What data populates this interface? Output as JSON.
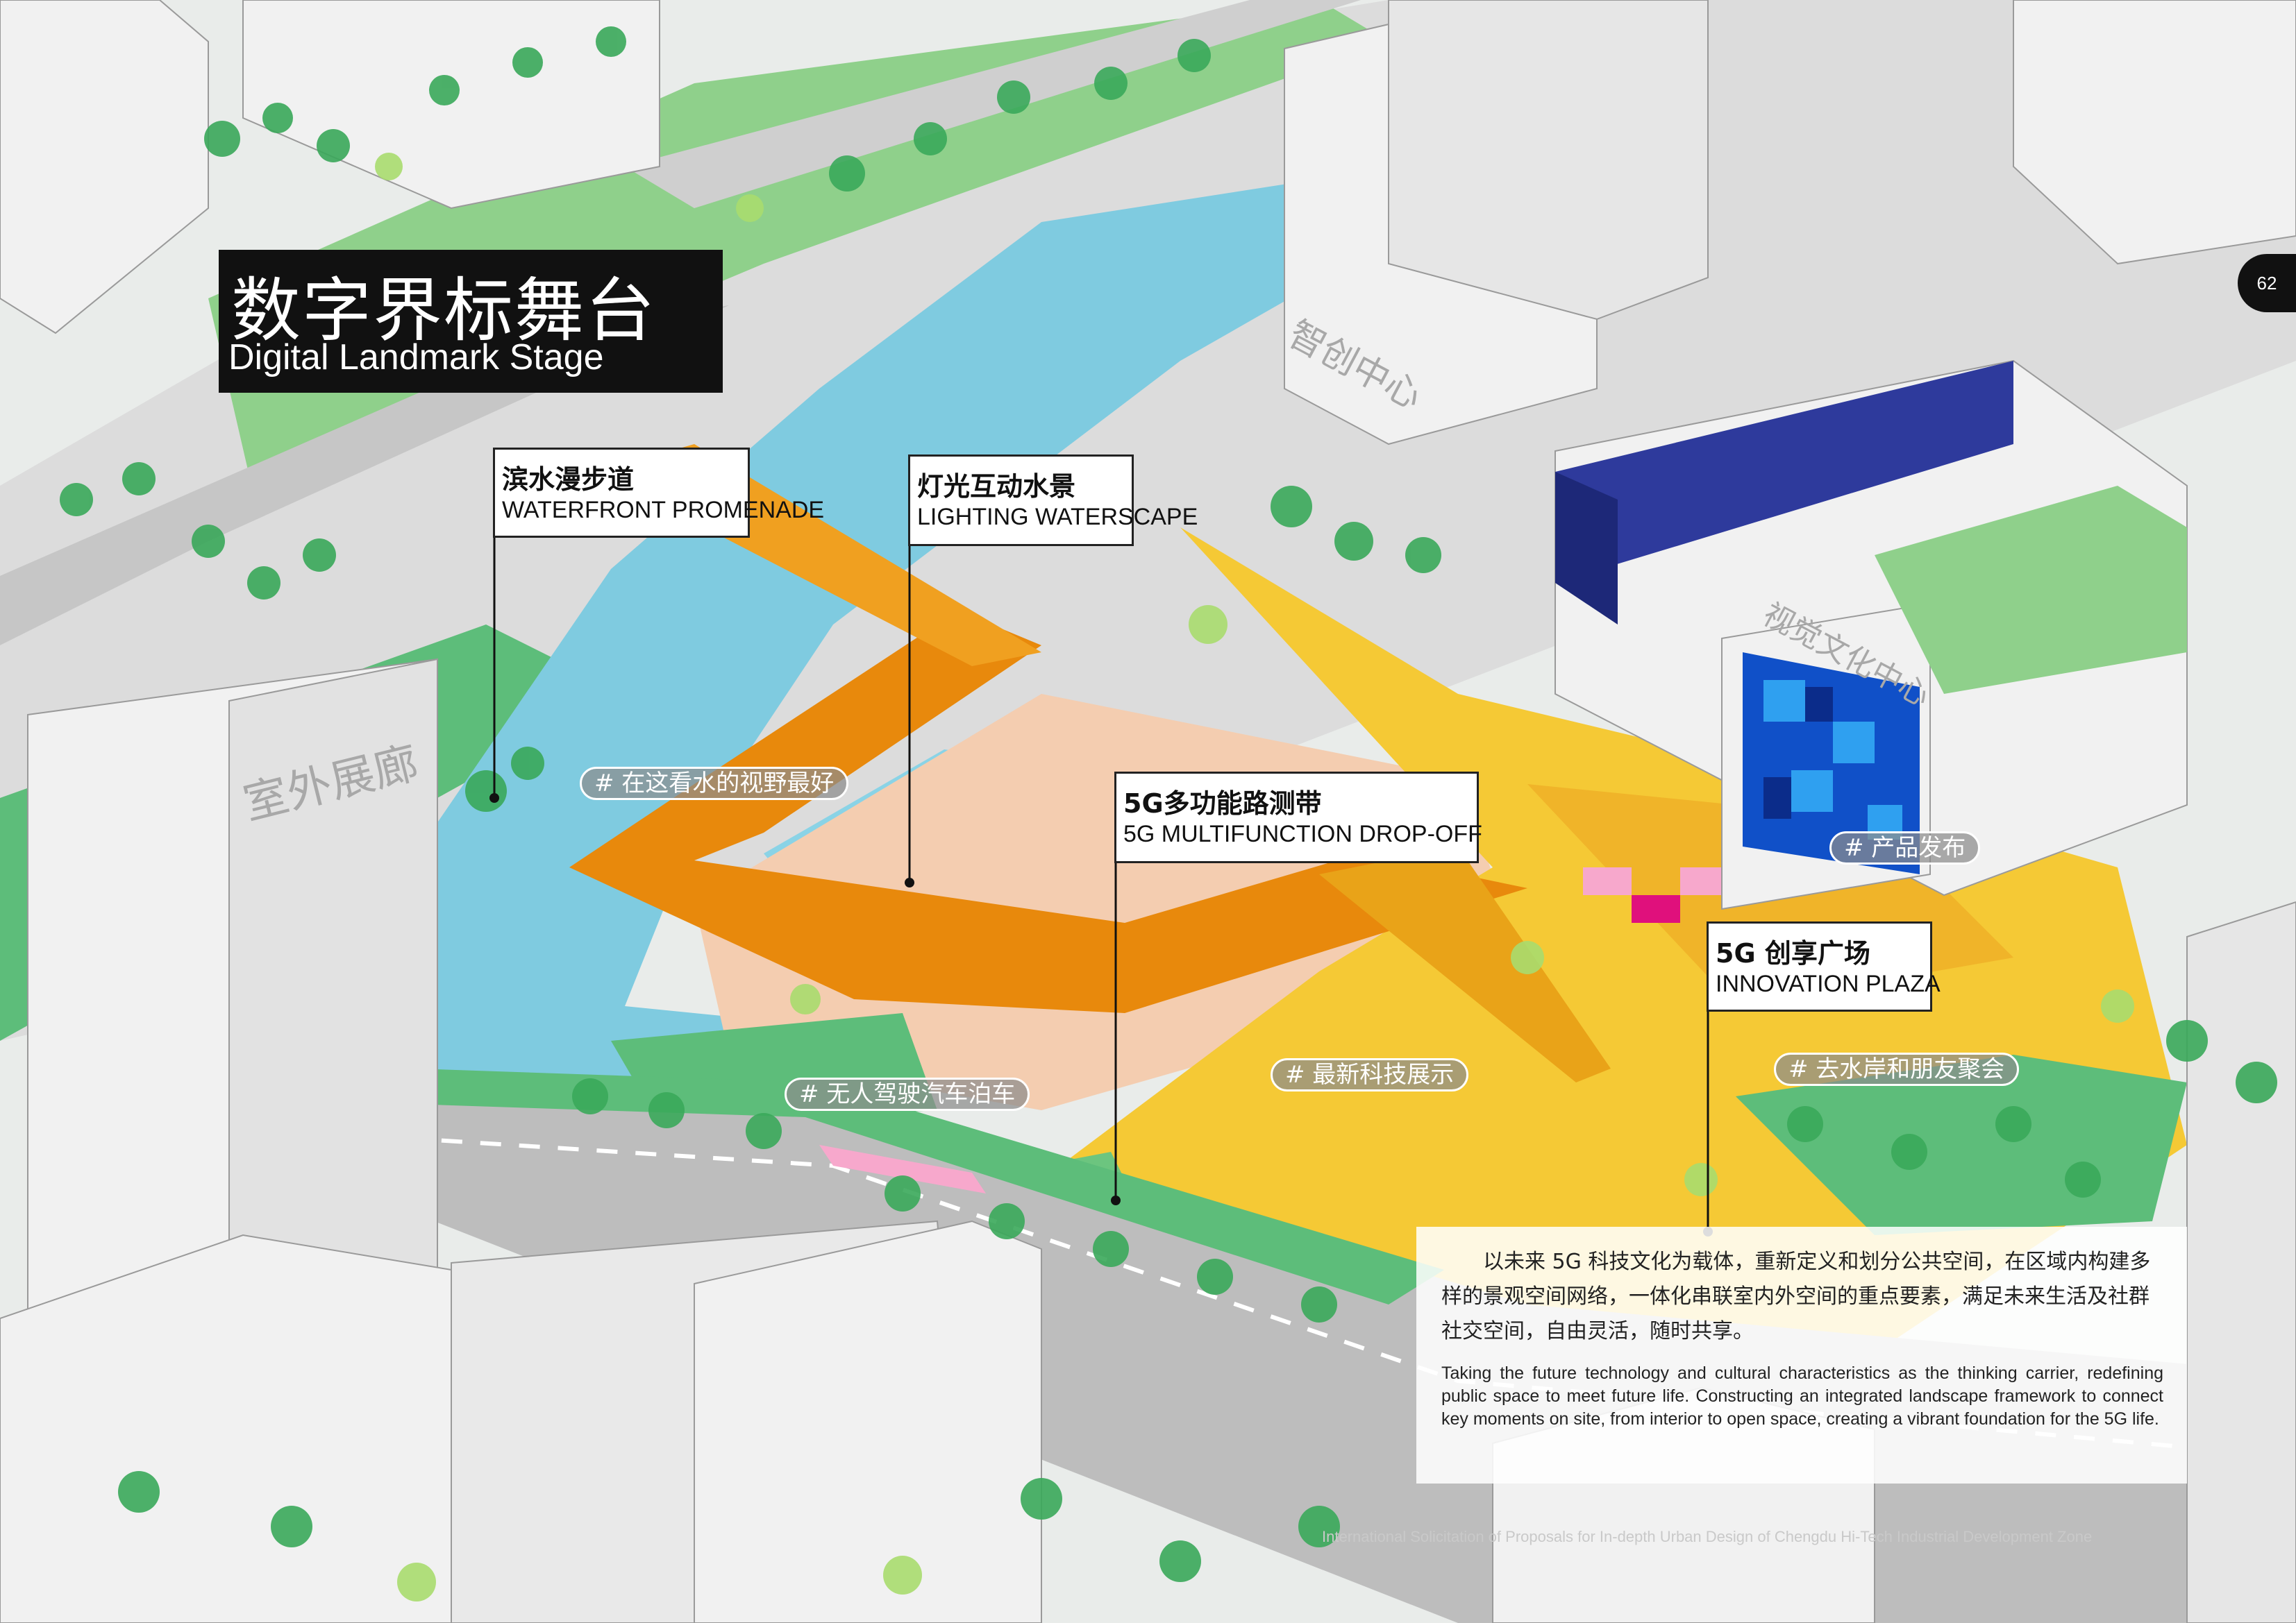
{
  "title": {
    "cn": "数字界标舞台",
    "en": "Digital Landmark Stage"
  },
  "page_number": "62",
  "callouts": [
    {
      "cn": "滨水漫步道",
      "en": "WATERFRONT PROMENADE"
    },
    {
      "cn": "灯光互动水景",
      "en": "LIGHTING WATERSCAPE"
    },
    {
      "cn": "5G多功能路测带",
      "en": "5G MULTIFUNCTION DROP-OFF"
    },
    {
      "cn": "5G 创享广场",
      "en": "INNOVATION PLAZA"
    }
  ],
  "tags": [
    "# 在这看水的视野最好",
    "# 产品发布",
    "# 无人驾驶汽车泊车",
    "# 最新科技展示",
    "# 去水岸和朋友聚会"
  ],
  "building_labels": [
    "室外展廊",
    "智创中心",
    "视觉文化中心"
  ],
  "description": {
    "cn": "以未来 5G 科技文化为载体，重新定义和划分公共空间，在区域内构建多样的景观空间网络，一体化串联室内外空间的重点要素，满足未来生活及社群社交空间，自由灵活，随时共享。",
    "en": "Taking the future technology and cultural characteristics as the thinking carrier, redefining public space to meet future life.  Constructing an integrated landscape framework to connect key moments on site, from interior to open space, creating a vibrant foundation for the 5G life."
  },
  "footer": "International Solicitation of Proposals for In-depth Urban Design of Chengdu Hi-Tech Industrial Development Zone",
  "colors": {
    "water": "#7fcbe0",
    "lawn": "#5dbd7a",
    "plaza_yellow": "#f5c935",
    "bridge_orange": "#e8890c",
    "road": "#c9c9c9",
    "building": "#efefef",
    "title_bg": "#111111"
  }
}
